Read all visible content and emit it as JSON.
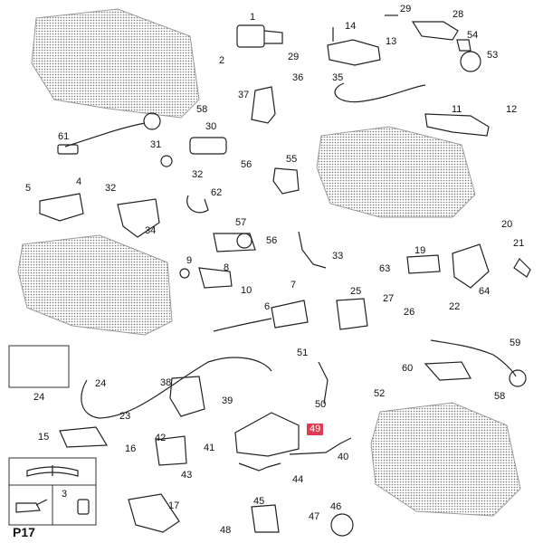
{
  "page": {
    "code": "P17",
    "highlighted_part": "49",
    "highlight_color": "#e03a4e"
  },
  "callouts": {
    "c1": "1",
    "c2": "2",
    "c3": "3",
    "c4": "4",
    "c5": "5",
    "c6": "6",
    "c7": "7",
    "c8": "8",
    "c9": "9",
    "c10": "10",
    "c11": "11",
    "c12": "12",
    "c13": "13",
    "c14": "14",
    "c15": "15",
    "c16": "16",
    "c17": "17",
    "c19": "19",
    "c20": "20",
    "c21": "21",
    "c22": "22",
    "c23": "23",
    "c24a": "24",
    "c24b": "24",
    "c25": "25",
    "c26": "26",
    "c27": "27",
    "c28": "28",
    "c29a": "29",
    "c29b": "29",
    "c30": "30",
    "c31": "31",
    "c32a": "32",
    "c32b": "32",
    "c33": "33",
    "c34": "34",
    "c35": "35",
    "c36": "36",
    "c37": "37",
    "c38": "38",
    "c39": "39",
    "c40": "40",
    "c41": "41",
    "c42": "42",
    "c43": "43",
    "c44": "44",
    "c45": "45",
    "c46": "46",
    "c47": "47",
    "c48": "48",
    "c49": "49",
    "c50": "50",
    "c51": "51",
    "c52": "52",
    "c53": "53",
    "c54": "54",
    "c55": "55",
    "c56a": "56",
    "c56b": "56",
    "c57": "57",
    "c58a": "58",
    "c58b": "58",
    "c59": "59",
    "c60": "60",
    "c61": "61",
    "c62": "62",
    "c63": "63",
    "c64": "64"
  },
  "icons": [
    "engine-block-icon",
    "book-manual-icon",
    "oil-can-icon",
    "sensor-icon",
    "bolt-icon"
  ]
}
